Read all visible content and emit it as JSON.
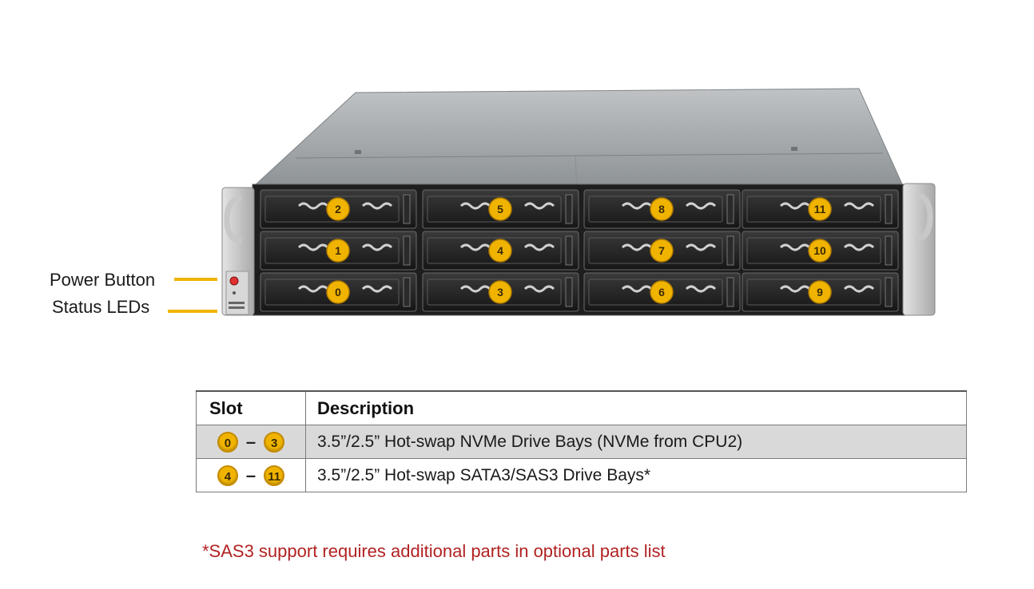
{
  "callouts": {
    "power_button": "Power Button",
    "status_leds": "Status LEDs"
  },
  "bays": {
    "columns": [
      [
        "2",
        "1",
        "0"
      ],
      [
        "5",
        "4",
        "3"
      ],
      [
        "8",
        "7",
        "6"
      ],
      [
        "11",
        "10",
        "9"
      ]
    ]
  },
  "table": {
    "headers": {
      "slot": "Slot",
      "description": "Description"
    },
    "rows": [
      {
        "from": "0",
        "dash": "–",
        "to": "3",
        "description": "3.5”/2.5” Hot-swap NVMe Drive Bays (NVMe from CPU2)"
      },
      {
        "from": "4",
        "dash": "–",
        "to": "11",
        "description": "3.5”/2.5” Hot-swap SATA3/SAS3 Drive Bays*"
      }
    ]
  },
  "footnote": "*SAS3 support requires additional parts in optional parts list",
  "colors": {
    "badge": "#f0b400",
    "leader_line": "#f0b400",
    "footnote": "#b22222",
    "row_shade": "#d9d9d9"
  }
}
